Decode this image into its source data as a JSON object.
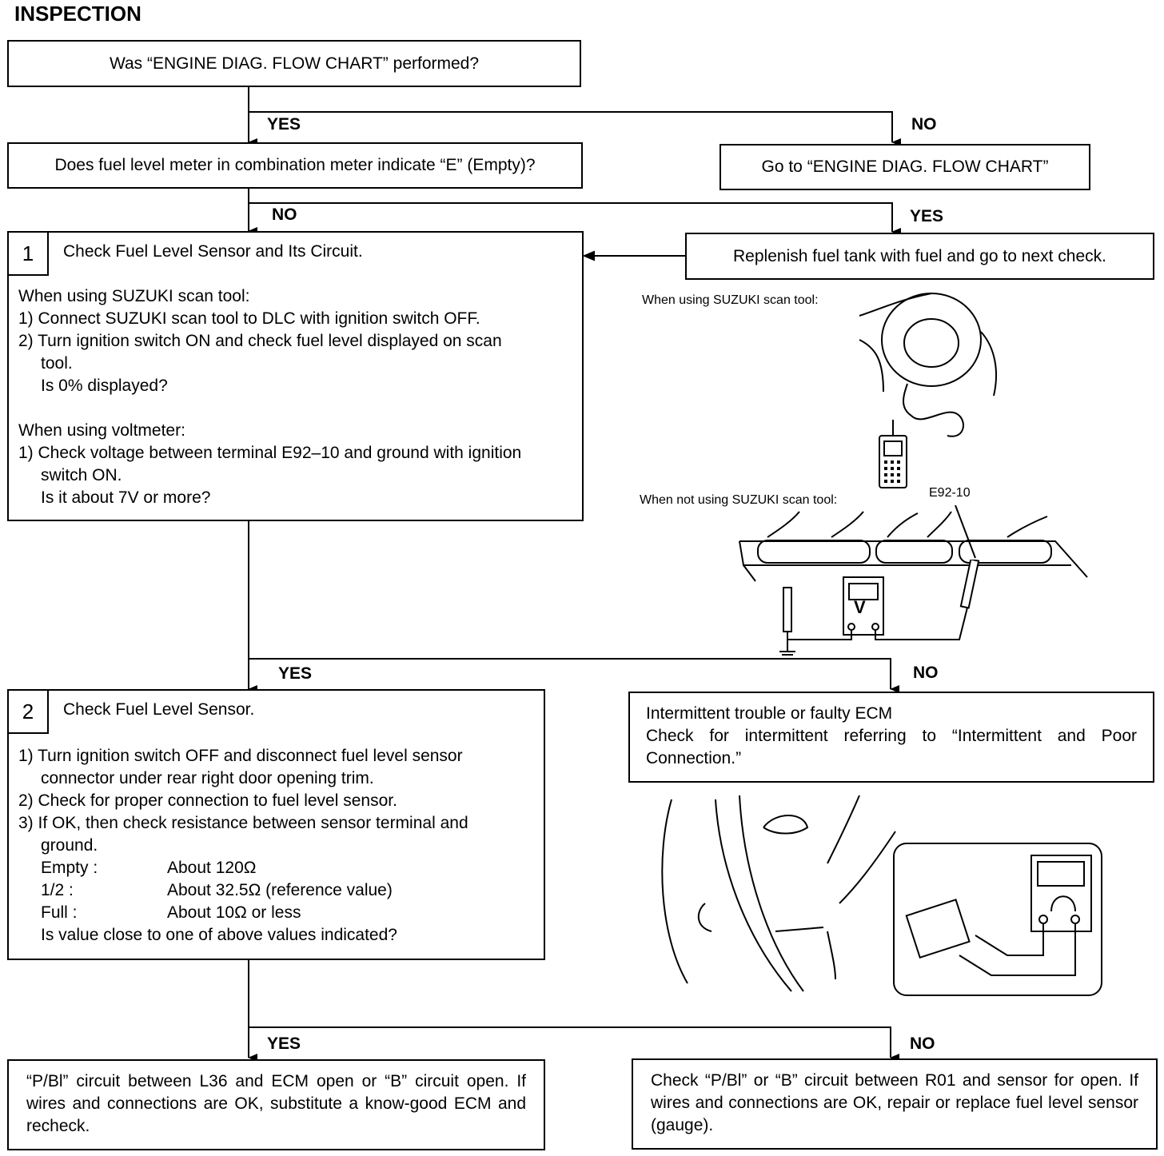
{
  "heading": "INSPECTION",
  "q0": "Was “ENGINE DIAG. FLOW CHART” performed?",
  "q1": "Does fuel level meter in combination meter indicate “E” (Empty)?",
  "go_diag": "Go to “ENGINE DIAG. FLOW CHART”",
  "replenish": "Replenish fuel tank with fuel and go to next check.",
  "labels": {
    "yes": "YES",
    "no": "NO"
  },
  "step1": {
    "num": "1",
    "title": "Check Fuel Level Sensor and Its Circuit.",
    "lines": [
      "When using SUZUKI scan tool:",
      "1) Connect SUZUKI scan tool to DLC with ignition switch OFF.",
      "2) Turn ignition switch ON and check fuel level displayed on scan",
      "tool.",
      "Is 0% displayed?",
      "",
      "When using voltmeter:",
      "1) Check voltage between terminal E92–10 and ground with ignition",
      "switch ON.",
      "Is it about 7V or more?"
    ]
  },
  "step2": {
    "num": "2",
    "title": "Check Fuel Level Sensor.",
    "lines": [
      "1) Turn ignition switch OFF and disconnect fuel level sensor",
      "connector under rear right door opening trim.",
      "2) Check for proper connection to fuel level sensor.",
      "3) If OK, then check resistance between sensor terminal and",
      "ground."
    ],
    "resistance": [
      {
        "label": "Empty :",
        "value": "About 120Ω"
      },
      {
        "label": "1/2 :",
        "value": "About 32.5Ω (reference value)"
      },
      {
        "label": "Full :",
        "value": "About 10Ω or less"
      }
    ],
    "question": "Is value close to one of above values indicated?"
  },
  "intermittent": {
    "line1": "Intermittent trouble or faulty ECM",
    "line2": "Check for intermittent referring to “Intermittent and Poor Connection.”"
  },
  "result_yes": "“P/Bl” circuit between L36 and ECM open or “B” circuit open. If wires and connections are OK, substitute a know-good ECM and recheck.",
  "result_no": "Check “P/Bl” or “B” circuit between R01 and sensor for open. If wires and connections are OK, repair or replace fuel level sensor (gauge).",
  "captions": {
    "scan_tool": "When using SUZUKI scan tool:",
    "no_scan_tool": "When not using SUZUKI scan tool:",
    "terminal": "E92-10",
    "meter_v": "V"
  },
  "icons": [
    "steering-wheel-illustration",
    "scan-tool-icon",
    "ecm-connector-illustration",
    "voltmeter-icon",
    "ohmmeter-icon",
    "sensor-connector-illustration"
  ]
}
